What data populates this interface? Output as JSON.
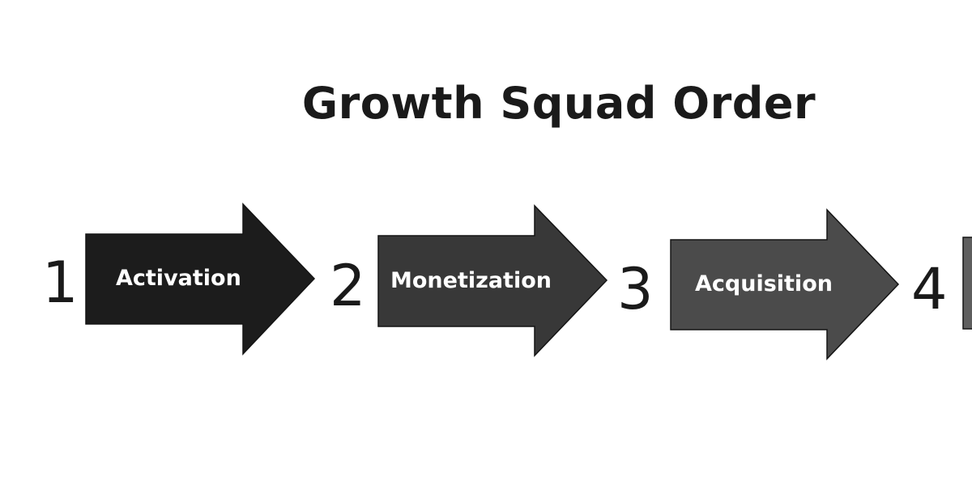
{
  "title": "Growth Squad Order",
  "steps": [
    {
      "number": "1",
      "label": "Activation",
      "color": "#1c1c1c"
    },
    {
      "number": "2",
      "label": "Monetization",
      "color": "#383838"
    },
    {
      "number": "3",
      "label": "Acquisition",
      "color": "#4b4b4b"
    },
    {
      "number": "4",
      "label": "",
      "color": "#5e5e5e"
    }
  ],
  "colors": {
    "text": "#1a1a1a",
    "arrow_stroke": "#141414",
    "label_text": "#ffffff",
    "background": "#ffffff"
  }
}
